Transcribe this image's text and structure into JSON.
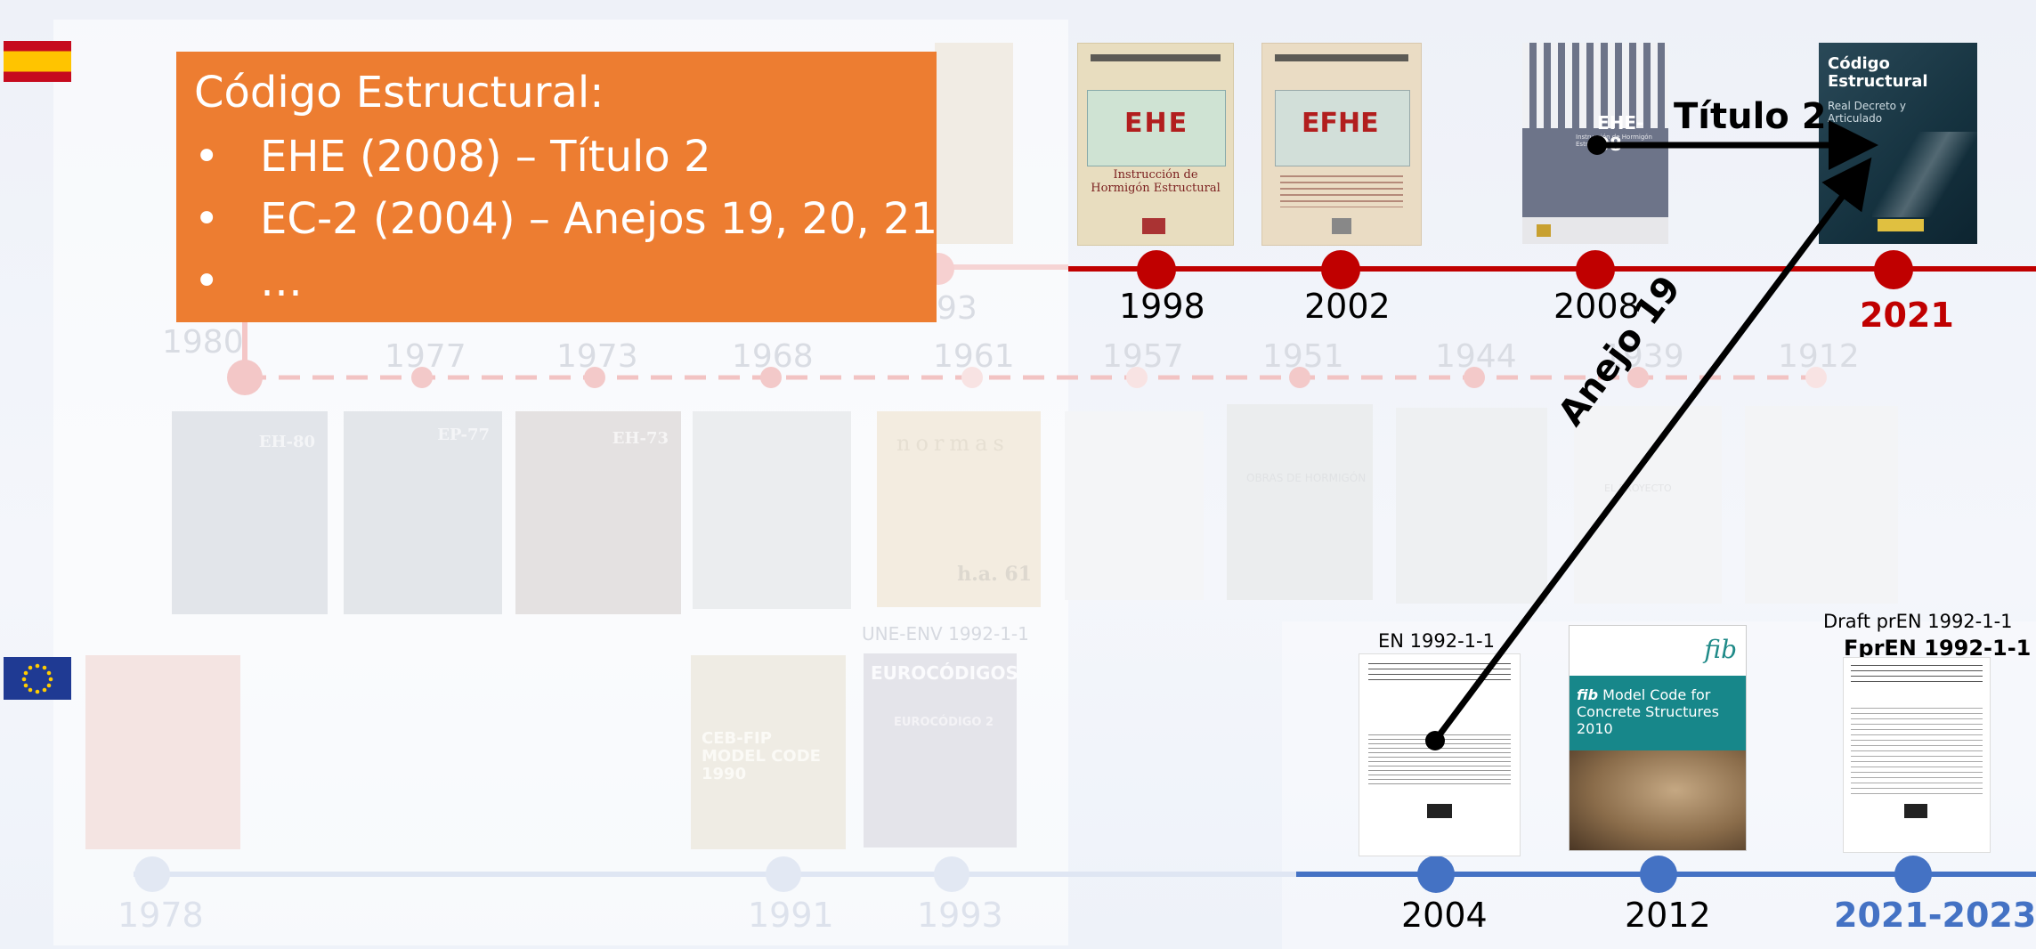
{
  "callout": {
    "title": "Código Estructural:",
    "items": [
      "EHE (2008) – Título 2",
      "EC-2 (2004) – Anejos 19, 20, 21",
      "…"
    ],
    "bullet": "•"
  },
  "spain_timeline": {
    "years": [
      "1998",
      "2002",
      "2008",
      "2021"
    ],
    "faded_years": [
      "1980",
      "1977",
      "1973",
      "1968",
      "1961",
      "1957",
      "1951",
      "1944",
      "1939",
      "1912"
    ],
    "faded_year_93": "93",
    "doc_labels": {
      "ehe_1998": "EHE",
      "ehe_1998_caption": "Instrucción de Hormigón Estructural",
      "efhe_2002": "EFHE",
      "ehe08": "EHE-08",
      "ehe08_caption": "Instrucción de Hormigón Estructural",
      "ce_title": "Código Estructural",
      "ce_sub": "Real Decreto y Articulado"
    },
    "faded_docs": [
      "EH-80",
      "EP-77",
      "EH-73",
      "normas",
      "h.a. 61",
      "OBRAS DE HORMIGÓN",
      "EL PROYECTO"
    ]
  },
  "eu_timeline": {
    "years": [
      "2004",
      "2012",
      "2021-2023"
    ],
    "faded_years": [
      "1978",
      "1991",
      "1993"
    ],
    "doc_captions": {
      "en_2004": "EN 1992-1-1",
      "fpren_draft": "Draft prEN 1992-1-1",
      "fpren": "FprEN 1992-1-1",
      "une_env": "UNE-ENV 1992-1-1"
    },
    "fib": {
      "logo": "fib",
      "title_prefix": "fib",
      "title": "Model Code for Concrete Structures 2010"
    },
    "faded_docs": [
      "CEB-FIP MODEL CODE 1990",
      "EUROCÓDIGOS",
      "EUROCÓDIGO 2"
    ]
  },
  "arrows": {
    "titulo2": "Título 2",
    "anejo19": "Anejo 19"
  },
  "colors": {
    "spain_red": "#c00000",
    "eu_blue": "#4472c4",
    "callout_orange": "#ed7d31"
  }
}
